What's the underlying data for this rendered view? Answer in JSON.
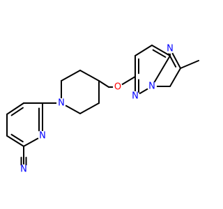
{
  "molecule": {
    "colors": {
      "bond": "#000000",
      "nitrogen": "#0000ff",
      "oxygen": "#ff0000"
    },
    "atoms": {
      "n_pip": {
        "label": "N",
        "color_key": "nitrogen"
      },
      "n_pyr": {
        "label": "N",
        "color_key": "nitrogen"
      },
      "n_nitrile": {
        "label": "N",
        "color_key": "nitrogen"
      },
      "o_ether": {
        "label": "O",
        "color_key": "oxygen"
      },
      "n_imid_top": {
        "label": "N",
        "color_key": "nitrogen"
      },
      "n_pyridazine": {
        "label": "N",
        "color_key": "nitrogen"
      },
      "n_bridge": {
        "label": "N",
        "color_key": "nitrogen"
      }
    }
  }
}
